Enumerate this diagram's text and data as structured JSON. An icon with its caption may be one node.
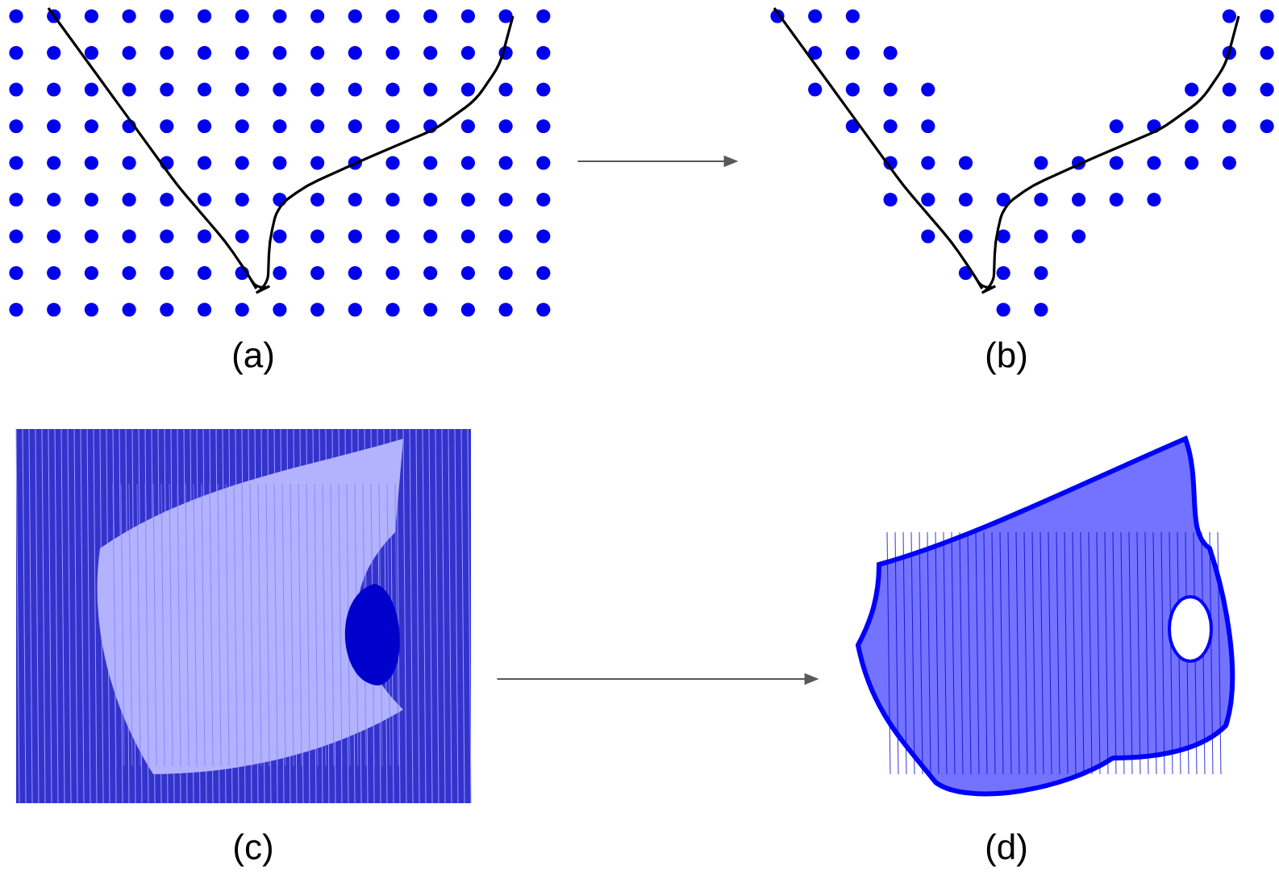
{
  "diagram": {
    "nodes": [
      {
        "text": [],
        "shape": "picture",
        "beside": [
          "(a)"
        ]
      },
      {
        "text": [],
        "shape": "picture",
        "beside": [
          "(b)"
        ]
      },
      {
        "text": [],
        "shape": "picture",
        "beside": [
          "(c)"
        ]
      },
      {
        "text": [],
        "shape": "picture",
        "beside": [
          "(d)"
        ]
      }
    ],
    "edges": [
      {
        "from": 0,
        "to": 1,
        "arrow": "to"
      },
      {
        "from": 2,
        "to": 3,
        "arrow": "to"
      }
    ]
  }
}
